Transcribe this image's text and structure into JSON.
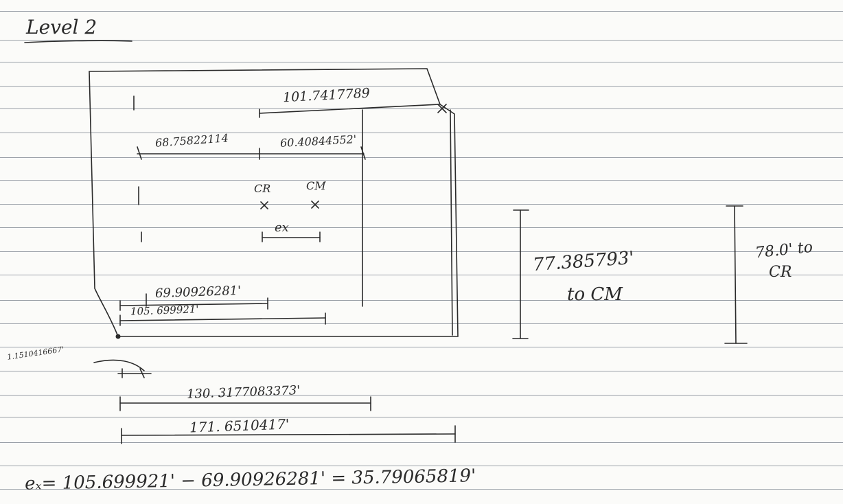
{
  "page": {
    "title": "Level 2"
  },
  "plan": {
    "top_dim": "101.7417789",
    "left_dim": "68.75822114",
    "right_dim": "60.40844552'",
    "cr_label": "CR",
    "cm_label": "CM",
    "ex_label": "ex",
    "cr_x_dim": "69.90926281'",
    "cm_x_dim": "105. 699921'"
  },
  "below": {
    "offset_dim": "1.1510416667'",
    "dim_130": "130. 3177083373'",
    "dim_171": "171. 6510417'"
  },
  "vertical": {
    "cm_value": "77.385793'",
    "cm_to": "to  CM",
    "cr_value": "78.0' to",
    "cr_to": "CR"
  },
  "equation": {
    "text": "eₓ=  105.699921' − 69.90926281'  =   35.79065819'"
  }
}
